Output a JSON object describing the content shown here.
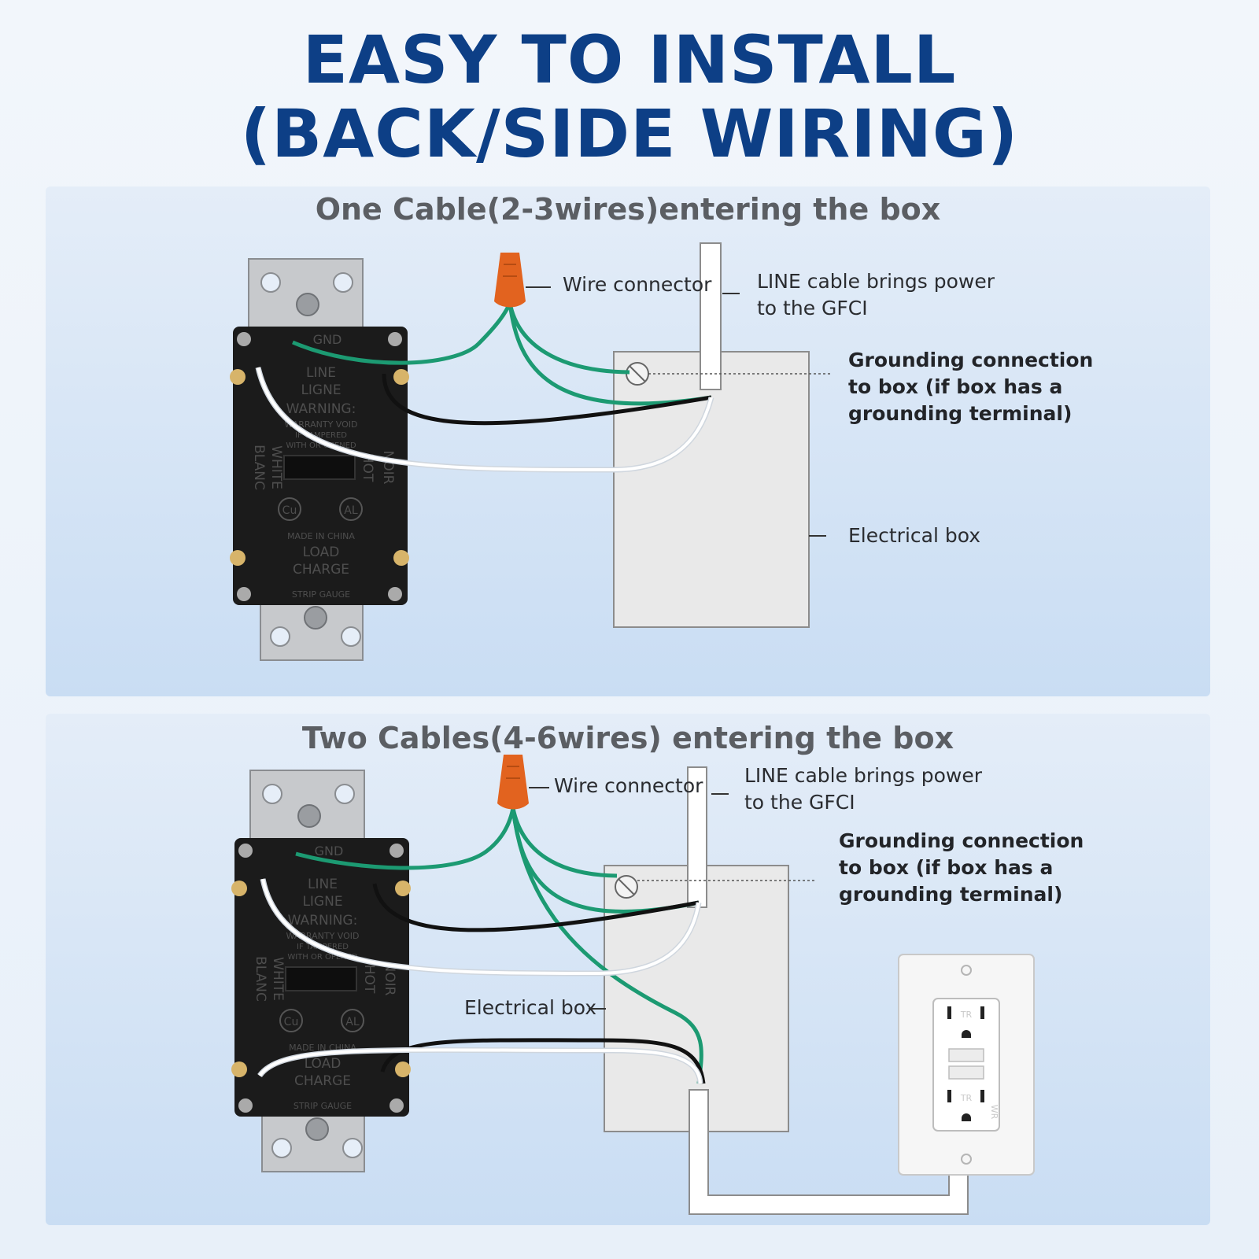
{
  "header": {
    "title_line1": "EASY TO INSTALL",
    "title_line2": "(BACK/SIDE WIRING)"
  },
  "receptacle_labels": {
    "gnd": "GND",
    "line": "LINE",
    "ligne": "LIGNE",
    "warning": "WARNING:",
    "warranty1": "WARRANTY VOID",
    "warranty2": "IF TAMPERED",
    "warranty3": "WITH OR OPENED",
    "white": "WHITE",
    "blanc": "BLANC",
    "hot": "HOT",
    "noir": "NOIR",
    "cu": "Cu",
    "al": "AL",
    "made_in": "MADE IN CHINA",
    "load": "LOAD",
    "charge": "CHARGE",
    "strip_gauge": "STRIP GAUGE"
  },
  "panel1": {
    "title": "One Cable(2-3wires)entering the box",
    "wire_connector": "Wire connector",
    "line_cable": [
      "LINE cable brings power",
      "to the GFCI"
    ],
    "grounding": [
      "Grounding connection",
      "to box (if box has a",
      "grounding terminal)"
    ],
    "electrical_box": "Electrical box"
  },
  "panel2": {
    "title": "Two Cables(4-6wires) entering the box",
    "wire_connector": "Wire connector",
    "line_cable": [
      "LINE cable brings power",
      "to the GFCI"
    ],
    "grounding": [
      "Grounding connection",
      "to box (if box has a",
      "grounding terminal)"
    ],
    "electrical_box": "Electrical box"
  },
  "outlet_labels": {
    "tr": "TR",
    "wr": "WR"
  },
  "colors": {
    "title_blue": "#0d3f86",
    "ground_wire": "#1c9a72",
    "hot_wire": "#111111",
    "neutral_wire": "#ffffff",
    "connector_orange": "#e2631f",
    "receptacle_body": "#1b1b1b",
    "box_fill": "#e9e9e9"
  }
}
